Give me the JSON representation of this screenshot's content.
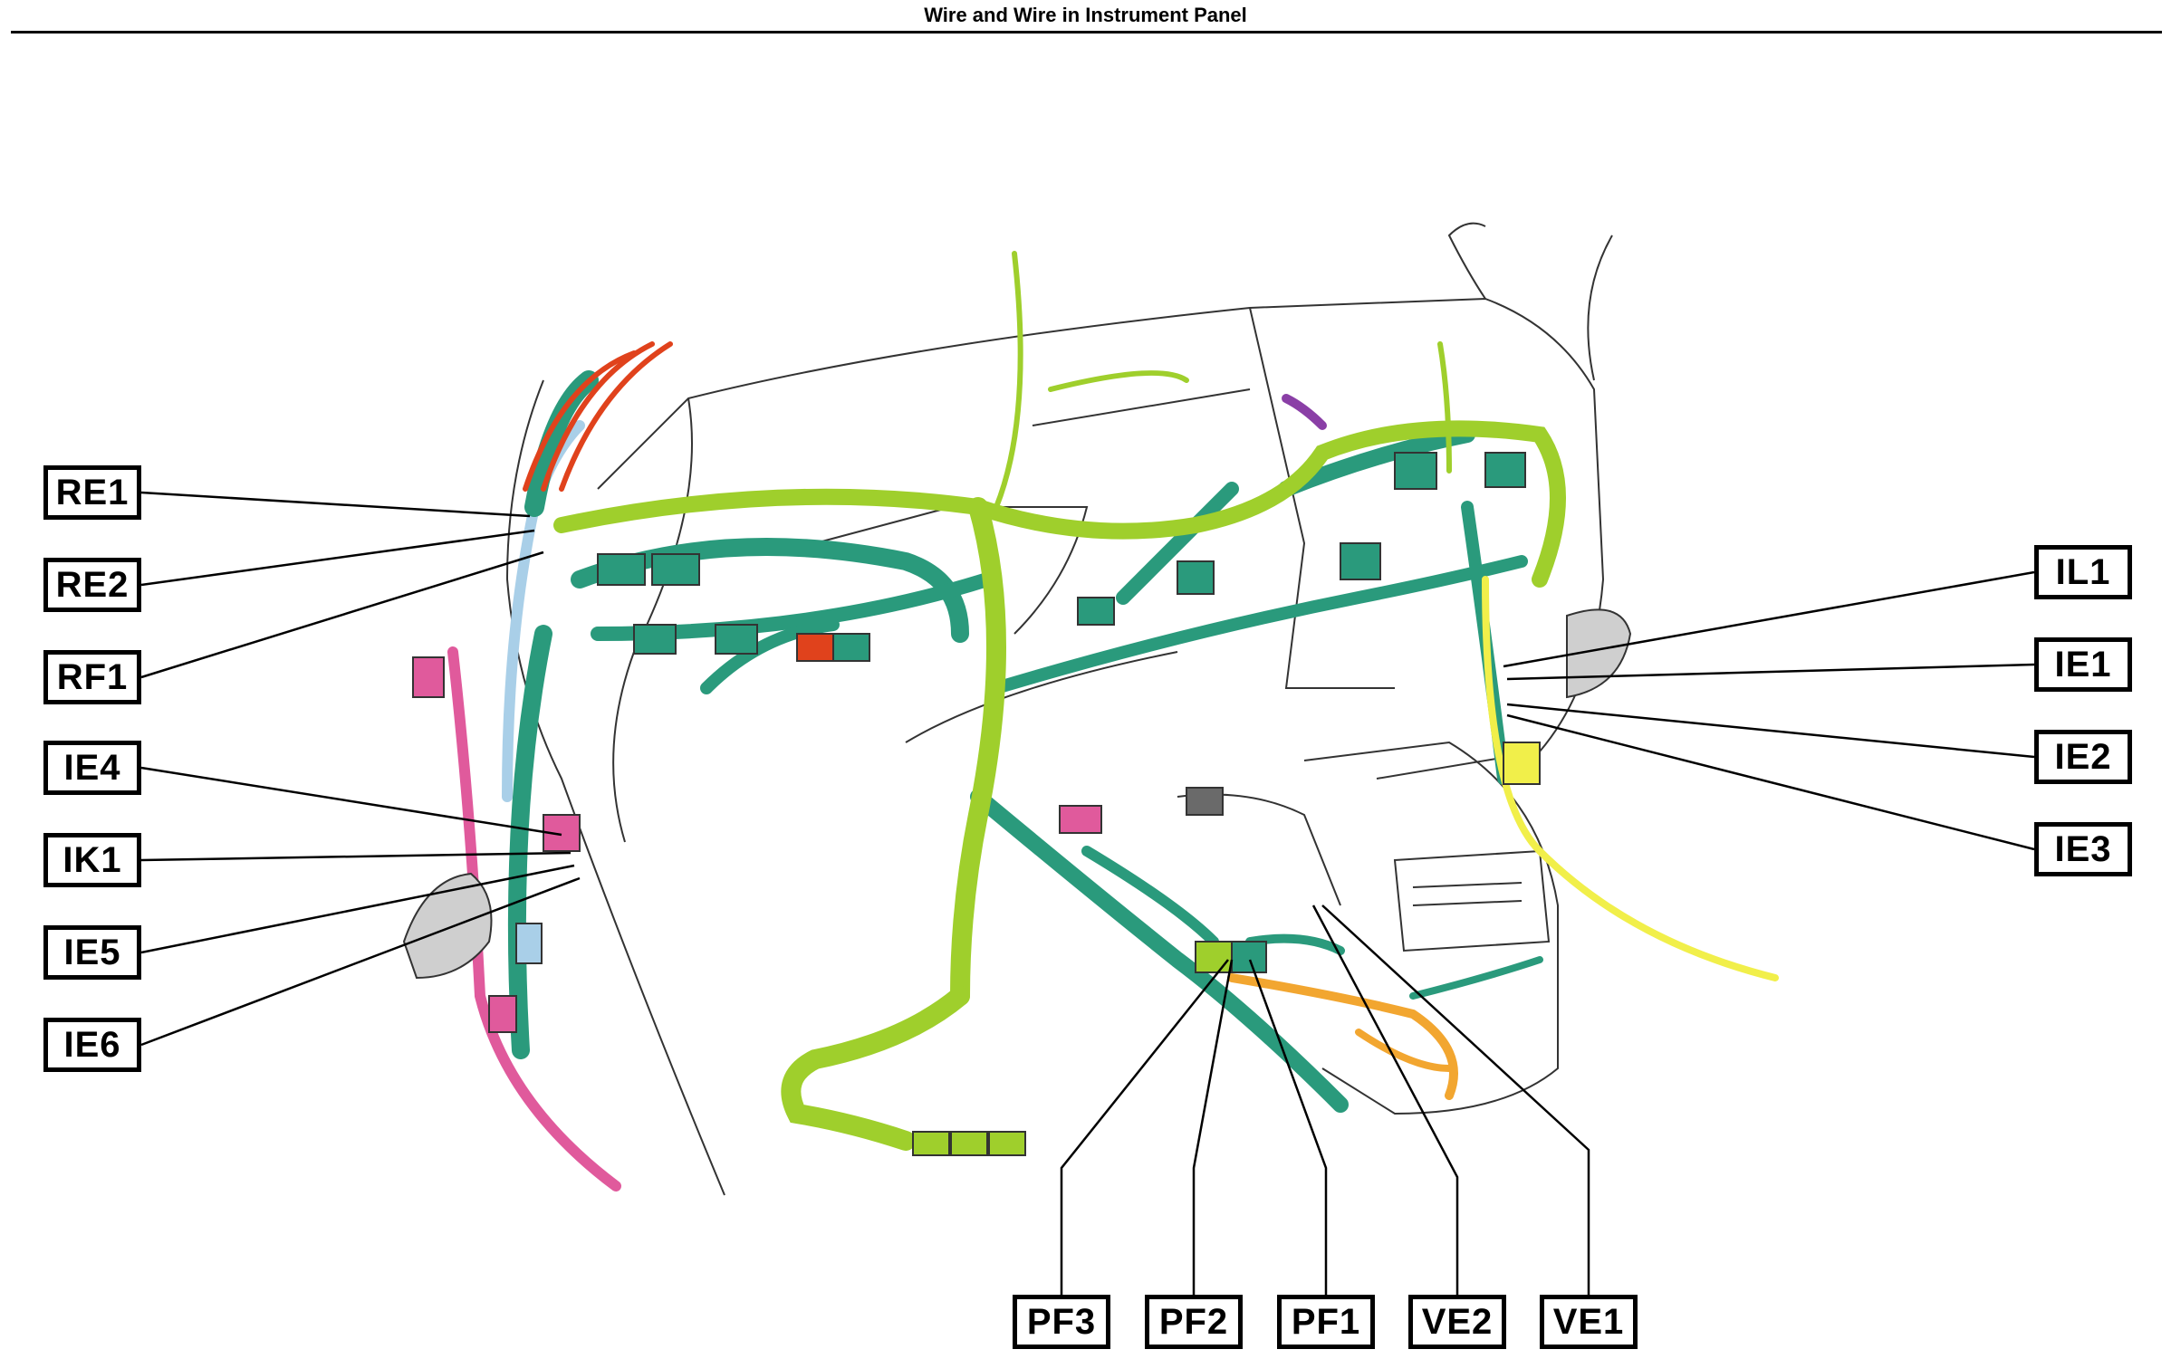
{
  "title": "Wire and Wire in Instrument Panel",
  "colors": {
    "harness_teal": "#2a9a7c",
    "harness_lime": "#9fcf2c",
    "wire_red": "#e0421c",
    "wire_pink": "#e05a9c",
    "wire_yellow": "#f1ef4a",
    "wire_orange": "#f2a630",
    "wire_purple": "#8a3fa6",
    "wire_lightblue": "#a9cfe8",
    "outline": "#333333"
  },
  "connectors_left": [
    {
      "id": "RE1",
      "label": "RE1"
    },
    {
      "id": "RE2",
      "label": "RE2"
    },
    {
      "id": "RF1",
      "label": "RF1"
    },
    {
      "id": "IE4",
      "label": "IE4"
    },
    {
      "id": "IK1",
      "label": "IK1"
    },
    {
      "id": "IE5",
      "label": "IE5"
    },
    {
      "id": "IE6",
      "label": "IE6"
    }
  ],
  "connectors_right": [
    {
      "id": "IL1",
      "label": "IL1"
    },
    {
      "id": "IE1",
      "label": "IE1"
    },
    {
      "id": "IE2",
      "label": "IE2"
    },
    {
      "id": "IE3",
      "label": "IE3"
    }
  ],
  "connectors_bottom": [
    {
      "id": "PF3",
      "label": "PF3"
    },
    {
      "id": "PF2",
      "label": "PF2"
    },
    {
      "id": "PF1",
      "label": "PF1"
    },
    {
      "id": "VE2",
      "label": "VE2"
    },
    {
      "id": "VE1",
      "label": "VE1"
    }
  ]
}
